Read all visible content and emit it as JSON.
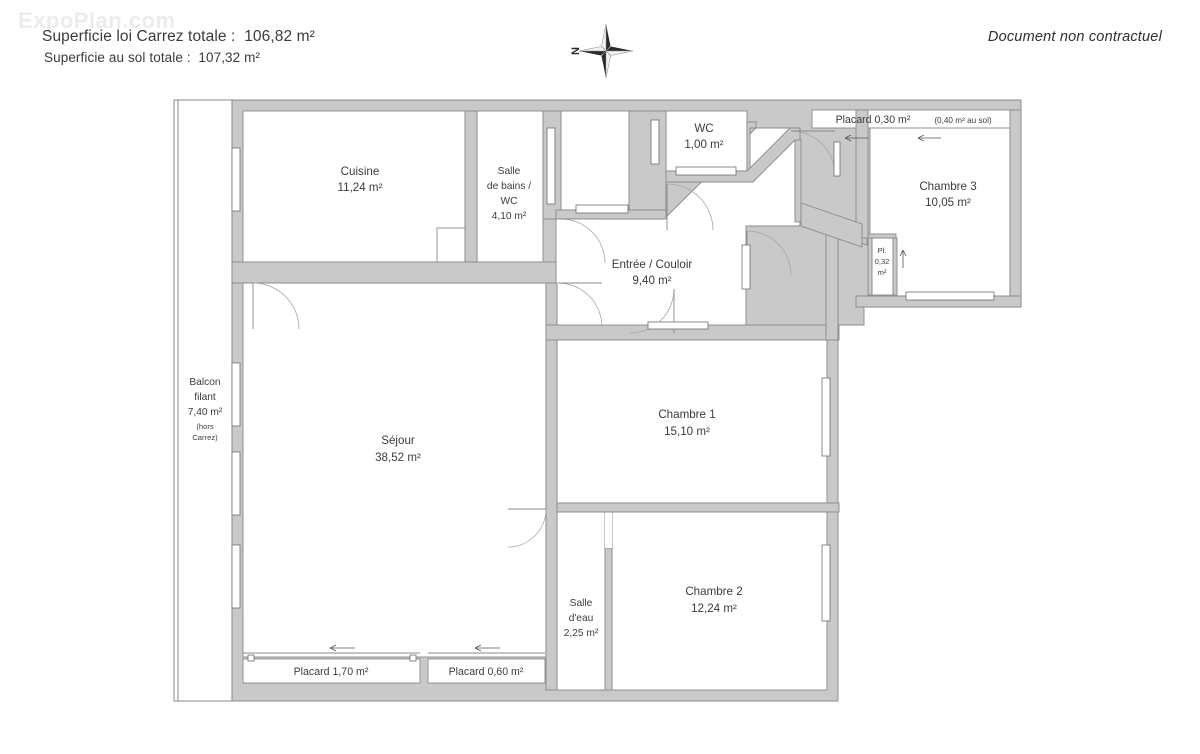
{
  "header": {
    "carrez_total": "Superficie loi Carrez totale :  106,82 m²",
    "floor_total": "Superficie au sol totale :  107,32 m²",
    "disclaimer": "Document non contractuel",
    "watermark": "ExpoPlan.com"
  },
  "compass": {
    "label": "N",
    "icon": "compass-rose-icon"
  },
  "rooms": [
    {
      "id": "cuisine",
      "name": "Cuisine",
      "area": "11,24 m²"
    },
    {
      "id": "salle-de-bains",
      "name_l1": "Salle",
      "name_l2": "de bains /",
      "name_l3": "WC",
      "area": "4,10 m²"
    },
    {
      "id": "wc",
      "name": "WC",
      "area": "1,00 m²"
    },
    {
      "id": "entree",
      "name": "Entrée / Couloir",
      "area": "9,40 m²"
    },
    {
      "id": "chambre-3",
      "name": "Chambre 3",
      "area": "10,05 m²"
    },
    {
      "id": "sejour",
      "name": "Séjour",
      "area": "38,52 m²"
    },
    {
      "id": "chambre-1",
      "name": "Chambre 1",
      "area": "15,10 m²"
    },
    {
      "id": "chambre-2",
      "name": "Chambre 2",
      "area": "12,24 m²"
    },
    {
      "id": "salle-d-eau",
      "name_l1": "Salle",
      "name_l2": "d'eau",
      "area": "2,25 m²"
    },
    {
      "id": "balcon",
      "name_l1": "Balcon",
      "name_l2": "filant",
      "area": "7,40 m²",
      "note_l1": "(hors",
      "note_l2": "Carrez)"
    }
  ],
  "closets": [
    {
      "id": "placard-top-right",
      "label": "Placard 0,30 m²",
      "sub": "(0,40 m² au sol)"
    },
    {
      "id": "placard-chambre3",
      "l1": "Pl.",
      "l2": "0,32",
      "l3": "m²"
    },
    {
      "id": "placard-sejour-1",
      "label": "Placard 1,70 m²"
    },
    {
      "id": "placard-sejour-2",
      "label": "Placard 0,60 m²"
    }
  ],
  "colors": {
    "wall_fill": "#c9c9c9",
    "wall_stroke": "#8a8a8a",
    "room_fill": "#ffffff",
    "text": "#3c3c3c",
    "window_fill": "#ffffff",
    "door_arc": "#9a9a9a"
  }
}
